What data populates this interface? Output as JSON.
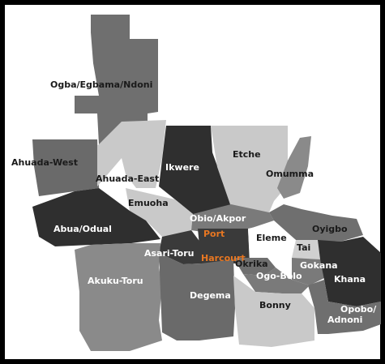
{
  "colors": {
    "frame": "#000000",
    "background": "#ffffff",
    "dark": "#2f2f2f",
    "mid": "#6f6f6f",
    "midlight": "#8a8a8a",
    "light": "#c9c9c9",
    "accent": "#e87722",
    "label": "#1a1a1a",
    "label_on_dark": "#ffffff"
  },
  "map": {
    "regions": [
      {
        "name": "Ogba/Egbama/Ndoni",
        "shade": "mid"
      },
      {
        "name": "Ahuada-West",
        "shade": "mid"
      },
      {
        "name": "Ahuada-East",
        "shade": "light"
      },
      {
        "name": "Ikwere",
        "shade": "dark"
      },
      {
        "name": "Etche",
        "shade": "light"
      },
      {
        "name": "Omumma",
        "shade": "mid"
      },
      {
        "name": "Emuoha",
        "shade": "light"
      },
      {
        "name": "Abua/Odual",
        "shade": "dark"
      },
      {
        "name": "Obio/Akpor",
        "shade": "mid"
      },
      {
        "name": "Oyigbo",
        "shade": "mid"
      },
      {
        "name": "Eleme",
        "shade": "white"
      },
      {
        "name": "Tai",
        "shade": "light"
      },
      {
        "name": "Asari-Toru",
        "shade": "dark"
      },
      {
        "name": "Okrika",
        "shade": "mid"
      },
      {
        "name": "Gokana",
        "shade": "mid"
      },
      {
        "name": "Khana",
        "shade": "dark"
      },
      {
        "name": "Ogo-Bolo",
        "shade": "mid"
      },
      {
        "name": "Akuku-Toru",
        "shade": "midlight"
      },
      {
        "name": "Degema",
        "shade": "mid"
      },
      {
        "name": "Bonny",
        "shade": "light"
      },
      {
        "name": "Opobo/Adnoni",
        "shade": "mid"
      }
    ],
    "labels": {
      "ogba": "Ogba/Egbama/Ndoni",
      "ahuada_west": "Ahuada-West",
      "ahuada_east": "Ahuada-East",
      "ikwere": "Ikwere",
      "etche": "Etche",
      "omumma": "Omumma",
      "emuoha": "Emuoha",
      "abua": "Abua/Odual",
      "obio": "Obio/Akpor",
      "oyigbo": "Oyigbo",
      "port": "Port",
      "harcourt": "Harcourt",
      "eleme": "Eleme",
      "tai": "Tai",
      "asari": "Asari-Toru",
      "okrika": "Okrika",
      "gokana": "Gokana",
      "khana": "Khana",
      "ogo_bolo": "Ogo-Bolo",
      "akuku": "Akuku-Toru",
      "degema": "Degema",
      "bonny": "Bonny",
      "opobo_1": "Opobo/",
      "opobo_2": "Adnoni"
    }
  }
}
